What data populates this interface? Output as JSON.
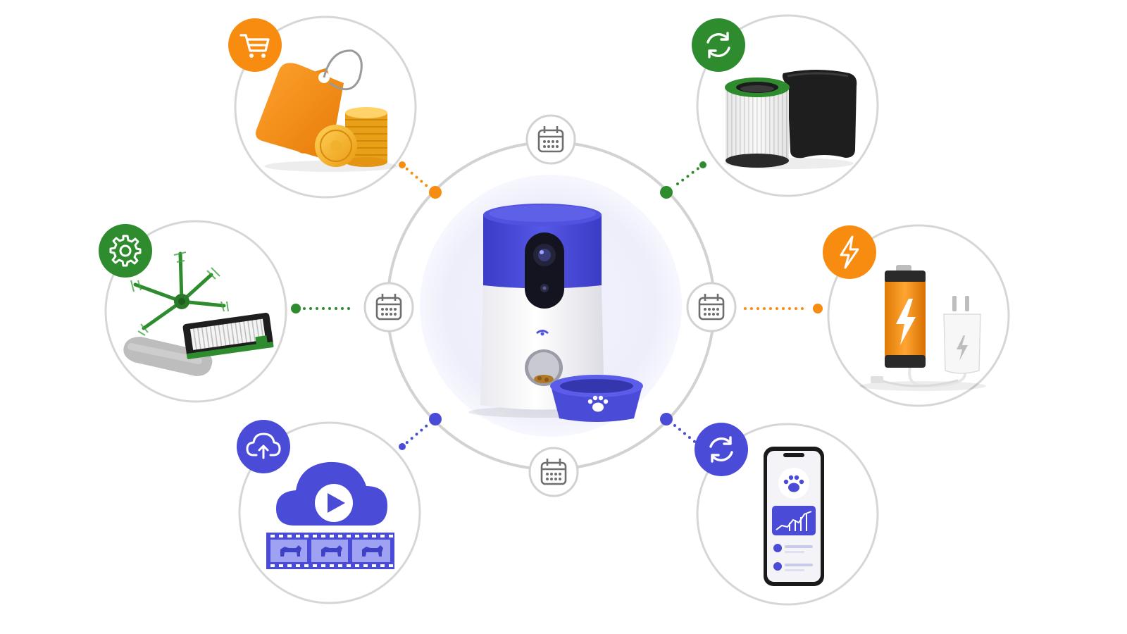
{
  "colors": {
    "orange": "#F78C10",
    "green": "#2E8B2E",
    "purple": "#4A4CD8",
    "ring": "#D2D2D2",
    "tile": "#6E6E6E"
  },
  "hub": {
    "product": "pet-feeder-with-camera",
    "schedule_icons": [
      "calendar-icon",
      "calendar-icon",
      "calendar-icon",
      "calendar-icon"
    ]
  },
  "features": [
    {
      "id": "price-savings",
      "badge_icon": "shopping-cart-icon",
      "accent": "orange",
      "image": "price-tag-and-coins"
    },
    {
      "id": "filter-replacement",
      "badge_icon": "refresh-icon",
      "accent": "green",
      "image": "air-filter-and-foam-pad"
    },
    {
      "id": "maintenance-parts",
      "badge_icon": "gear-icon",
      "accent": "green",
      "image": "side-brush-filter-and-mop-pad"
    },
    {
      "id": "power",
      "badge_icon": "lightning-icon",
      "accent": "orange",
      "image": "battery-and-charger"
    },
    {
      "id": "cloud-video",
      "badge_icon": "cloud-upload-icon",
      "accent": "purple",
      "image": "cloud-play-and-film-strip"
    },
    {
      "id": "app-sync",
      "badge_icon": "sync-icon",
      "accent": "purple",
      "image": "smartphone-pet-app"
    }
  ]
}
